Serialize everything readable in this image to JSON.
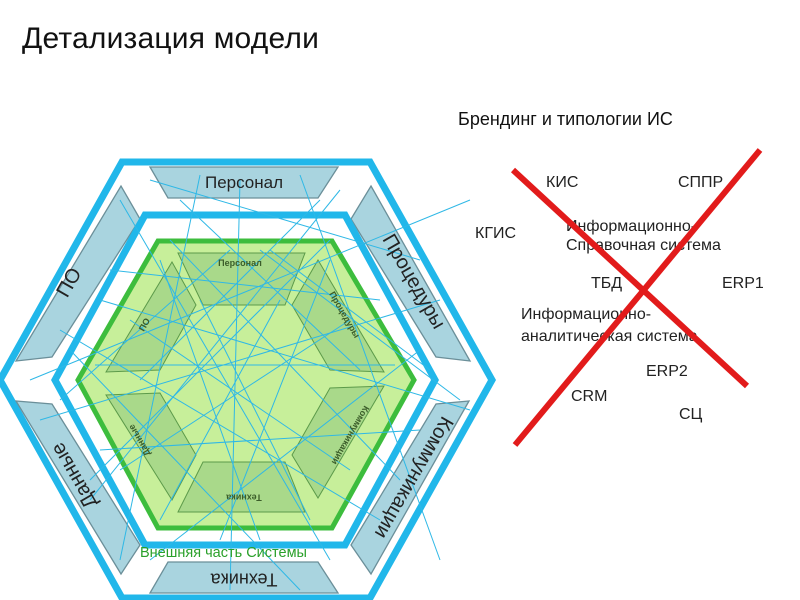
{
  "title": "Детализация модели",
  "diagram": {
    "outer_segments": {
      "top": "Персонал",
      "upper_right": "Процедуры",
      "lower_right": "Коммуникации",
      "bottom": "Техника",
      "lower_left": "Данные",
      "upper_left": "ПО"
    },
    "inner_segments": {
      "top": "Персонал",
      "upper_right": "Процедуры",
      "lower_right": "Коммуникации",
      "bottom": "Техника",
      "lower_left": "Данные",
      "upper_left": "ПО"
    },
    "external_label": "Внешняя часть Системы",
    "colors": {
      "outer_border": "#21b7ea",
      "segment_fill": "#a9d4df",
      "segment_stroke": "#6b8f99",
      "inner_fill": "#c7ef9a",
      "inner_border": "#3dbd3d",
      "trapezoid_fill": "#a9d98a",
      "lines": "#2fb8e6"
    }
  },
  "typology": {
    "title": "Брендинг и типологии ИС",
    "items": {
      "kis": "КИС",
      "sppr": "СППР",
      "kgis": "КГИС",
      "info_ref_1": "Информационно-",
      "info_ref_2": "Справочная система",
      "tbd": "ТБД",
      "erp1": "ERP1",
      "info_an_1": "Информационно-",
      "info_an_2": "аналитическая система",
      "erp2": "ERP2",
      "crm": "CRM",
      "sc": "СЦ"
    },
    "cross_color": "#e21b1b"
  }
}
